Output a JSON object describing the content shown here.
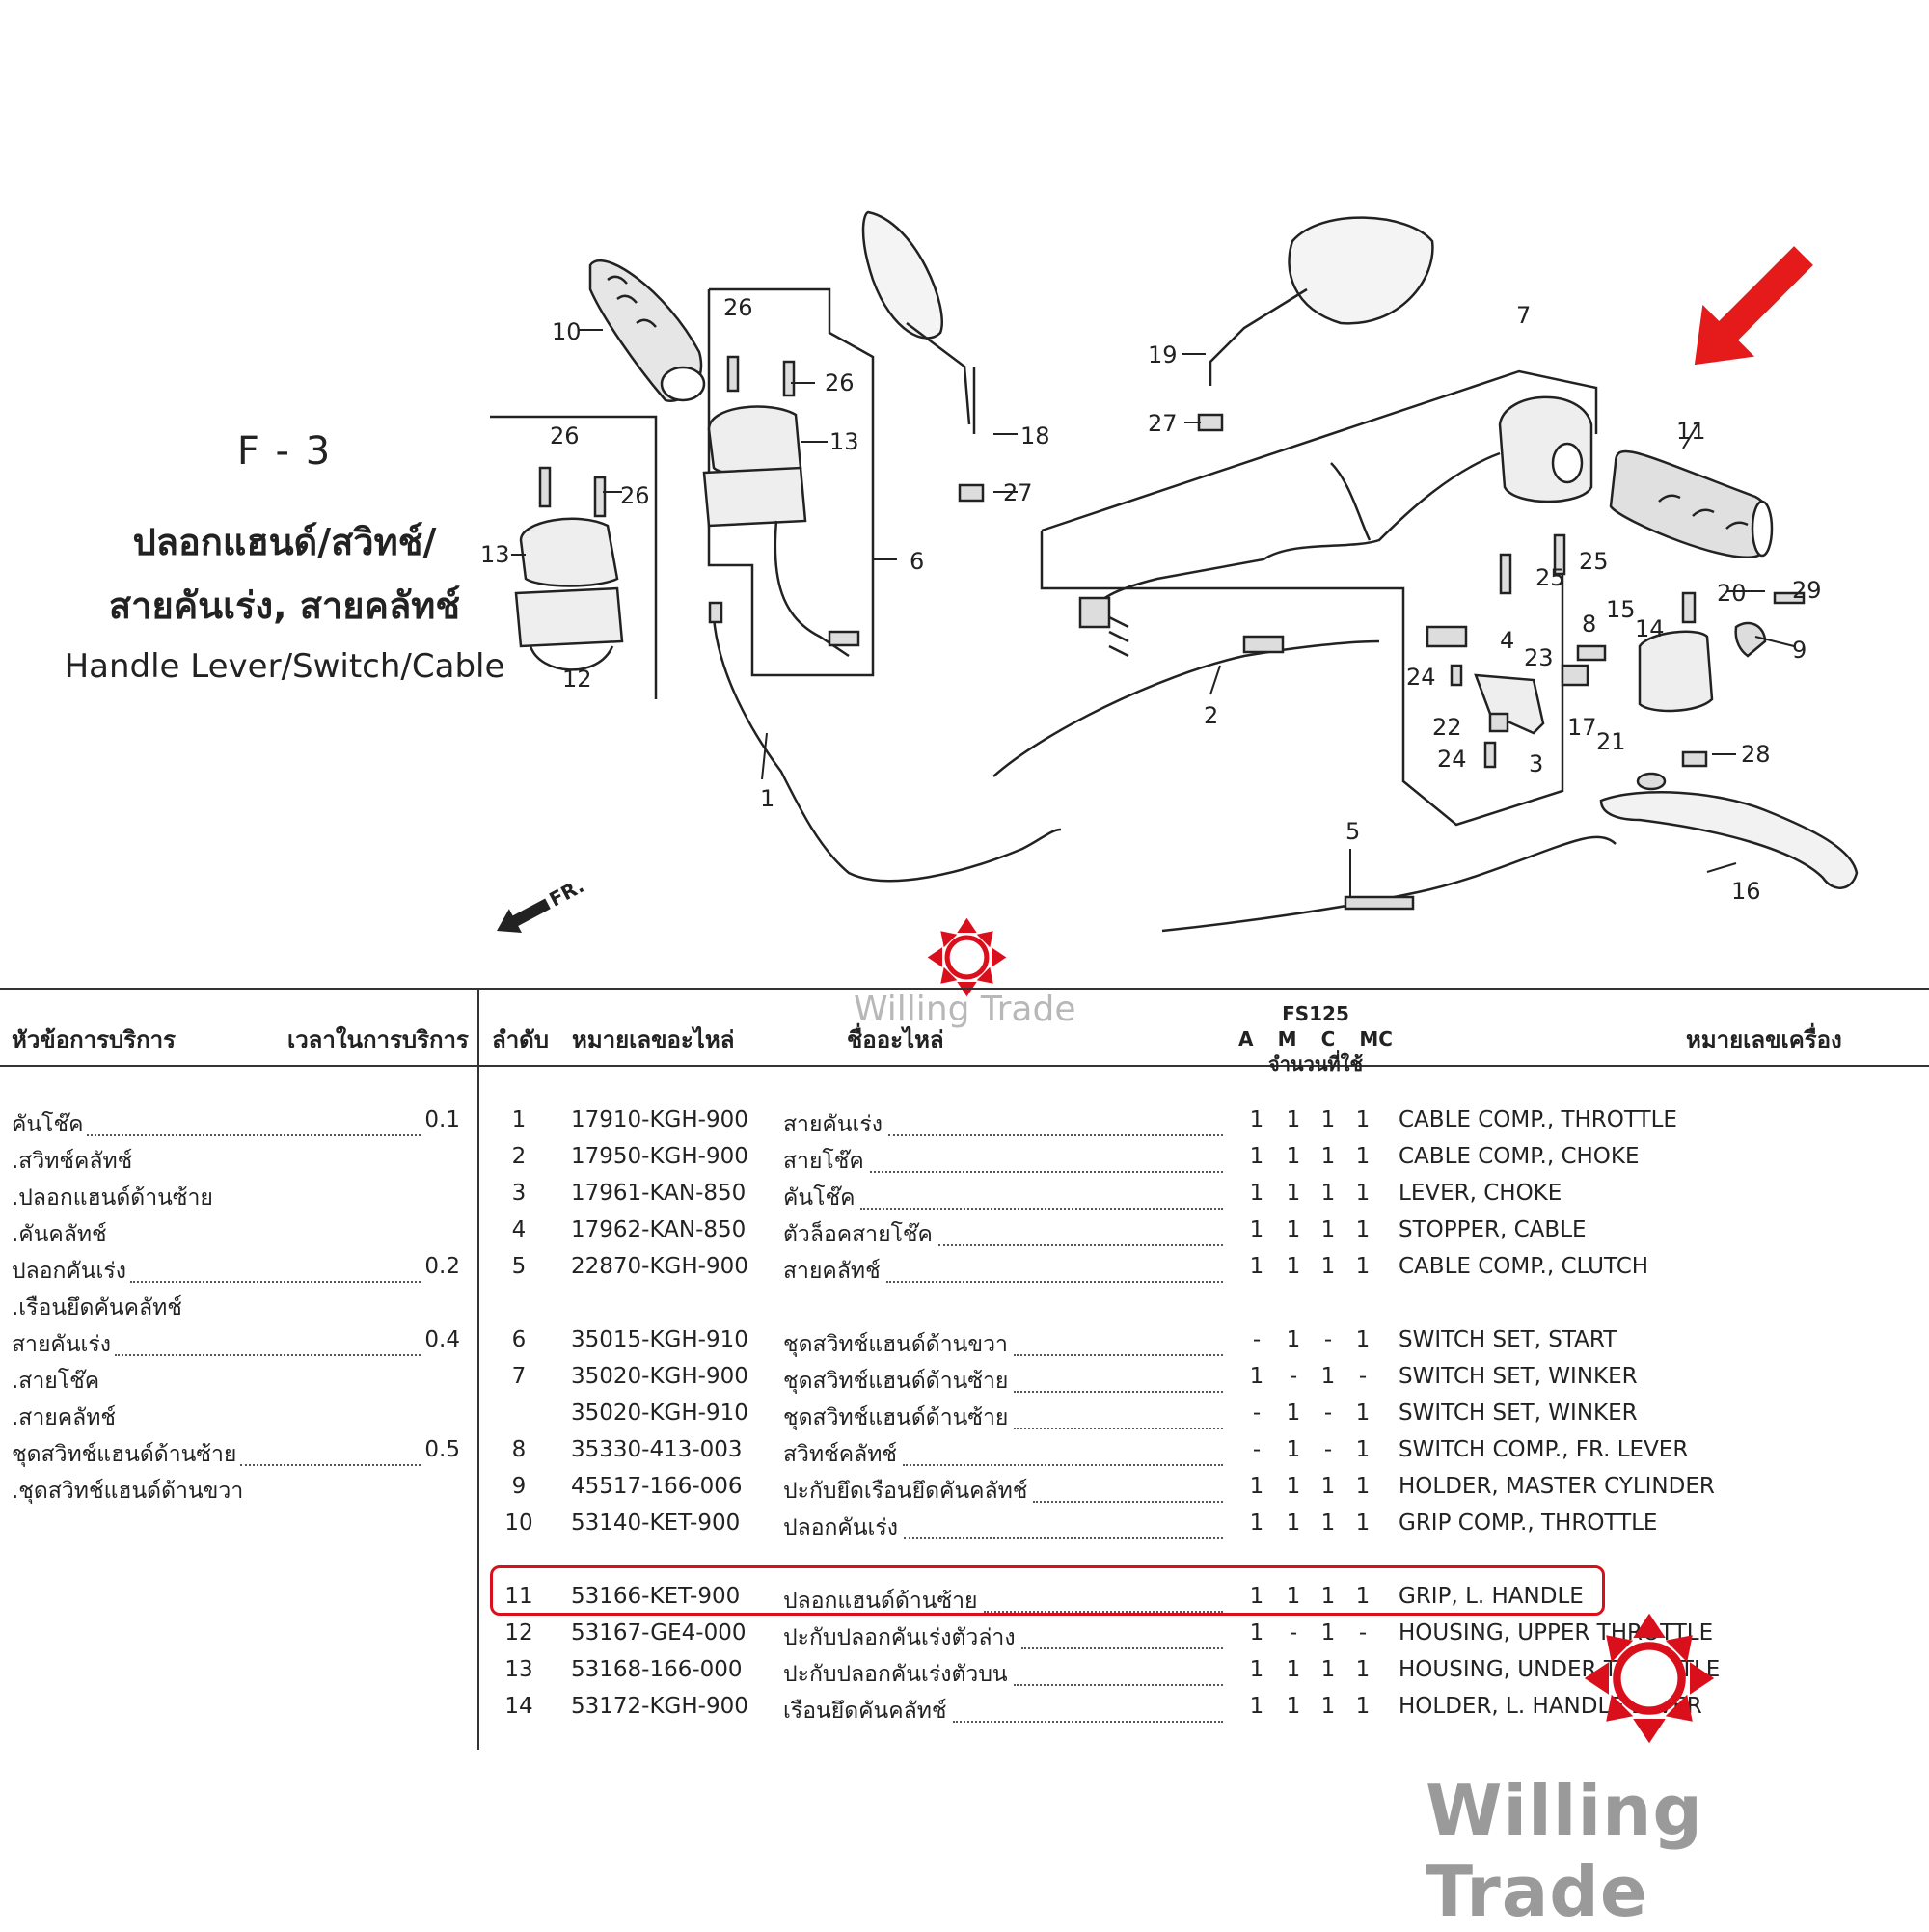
{
  "figure": {
    "code": "F - 3",
    "title_th_line1": "ปลอกแฮนด์/สวิทช์/",
    "title_th_line2": "สายคันเร่ง, สายคลัทช์",
    "title_en": "Handle Lever/Switch/Cable",
    "arrow_label": "FR.",
    "callouts": [
      "1",
      "2",
      "3",
      "4",
      "5",
      "6",
      "7",
      "8",
      "9",
      "10",
      "11",
      "12",
      "13",
      "14",
      "15",
      "16",
      "17",
      "18",
      "19",
      "20",
      "21",
      "22",
      "23",
      "24",
      "25",
      "26",
      "27",
      "28",
      "29"
    ],
    "highlight_color": "#d9101c"
  },
  "watermark": {
    "brand": "Willing Trade",
    "logo_color": "#d9101c"
  },
  "table": {
    "header": {
      "service_topic": "หัวข้อการบริการ",
      "service_time": "เวลาในการบริการ",
      "no": "ลำดับ",
      "part_no": "หมายเลขอะไหล่",
      "part_name": "ชื่ออะไหล่",
      "model": "FS125",
      "variants": [
        "A",
        "M",
        "C",
        "MC"
      ],
      "qty_label": "จำนวนที่ใช้",
      "engine_no": "หมายเลขเครื่อง"
    },
    "service_items": [
      {
        "label": "คันโช๊ค",
        "time": "0.1"
      },
      {
        "label": ".สวิทช์คลัทช์",
        "time": ""
      },
      {
        "label": ".ปลอกแฮนด์ด้านซ้าย",
        "time": ""
      },
      {
        "label": ".คันคลัทช์",
        "time": ""
      },
      {
        "label": "ปลอกคันเร่ง",
        "time": "0.2"
      },
      {
        "label": ".เรือนยึดคันคลัทช์",
        "time": ""
      },
      {
        "label": "สายคันเร่ง",
        "time": "0.4"
      },
      {
        "label": ".สายโช๊ค",
        "time": ""
      },
      {
        "label": ".สายคลัทช์",
        "time": ""
      },
      {
        "label": "ชุดสวิทช์แฮนด์ด้านซ้าย",
        "time": "0.5"
      },
      {
        "label": ".ชุดสวิทช์แฮนด์ด้านขวา",
        "time": ""
      }
    ],
    "parts": [
      {
        "no": "1",
        "part_no": "17910-KGH-900",
        "name_th": "สายคันเร่ง",
        "qty": [
          "1",
          "1",
          "1",
          "1"
        ],
        "name_en": "CABLE COMP., THROTTLE"
      },
      {
        "no": "2",
        "part_no": "17950-KGH-900",
        "name_th": "สายโช๊ค",
        "qty": [
          "1",
          "1",
          "1",
          "1"
        ],
        "name_en": "CABLE COMP., CHOKE"
      },
      {
        "no": "3",
        "part_no": "17961-KAN-850",
        "name_th": "คันโช๊ค",
        "qty": [
          "1",
          "1",
          "1",
          "1"
        ],
        "name_en": "LEVER, CHOKE"
      },
      {
        "no": "4",
        "part_no": "17962-KAN-850",
        "name_th": "ตัวล็อคสายโช๊ค",
        "qty": [
          "1",
          "1",
          "1",
          "1"
        ],
        "name_en": "STOPPER, CABLE"
      },
      {
        "no": "5",
        "part_no": "22870-KGH-900",
        "name_th": "สายคลัทช์",
        "qty": [
          "1",
          "1",
          "1",
          "1"
        ],
        "name_en": "CABLE COMP., CLUTCH"
      },
      {
        "no": "6",
        "part_no": "35015-KGH-910",
        "name_th": "ชุดสวิทช์แฮนด์ด้านขวา",
        "qty": [
          "-",
          "1",
          "-",
          "1"
        ],
        "name_en": "SWITCH SET, START"
      },
      {
        "no": "7",
        "part_no": "35020-KGH-900",
        "name_th": "ชุดสวิทช์แฮนด์ด้านซ้าย",
        "qty": [
          "1",
          "-",
          "1",
          "-"
        ],
        "name_en": "SWITCH SET, WINKER"
      },
      {
        "no": "",
        "part_no": "35020-KGH-910",
        "name_th": "ชุดสวิทช์แฮนด์ด้านซ้าย",
        "qty": [
          "-",
          "1",
          "-",
          "1"
        ],
        "name_en": "SWITCH SET, WINKER"
      },
      {
        "no": "8",
        "part_no": "35330-413-003",
        "name_th": "สวิทช์คลัทช์",
        "qty": [
          "-",
          "1",
          "-",
          "1"
        ],
        "name_en": "SWITCH COMP., FR. LEVER"
      },
      {
        "no": "9",
        "part_no": "45517-166-006",
        "name_th": "ปะกับยึดเรือนยึดคันคลัทช์",
        "qty": [
          "1",
          "1",
          "1",
          "1"
        ],
        "name_en": "HOLDER, MASTER CYLINDER"
      },
      {
        "no": "10",
        "part_no": "53140-KET-900",
        "name_th": "ปลอกคันเร่ง",
        "qty": [
          "1",
          "1",
          "1",
          "1"
        ],
        "name_en": "GRIP COMP., THROTTLE"
      },
      {
        "no": "11",
        "part_no": "53166-KET-900",
        "name_th": "ปลอกแฮนด์ด้านซ้าย",
        "qty": [
          "1",
          "1",
          "1",
          "1"
        ],
        "name_en": "GRIP, L. HANDLE"
      },
      {
        "no": "12",
        "part_no": "53167-GE4-000",
        "name_th": "ปะกับปลอกคันเร่งตัวล่าง",
        "qty": [
          "1",
          "-",
          "1",
          "-"
        ],
        "name_en": "HOUSING, UPPER THROTTLE"
      },
      {
        "no": "13",
        "part_no": "53168-166-000",
        "name_th": "ปะกับปลอกคันเร่งตัวบน",
        "qty": [
          "1",
          "1",
          "1",
          "1"
        ],
        "name_en": "HOUSING, UNDER THROTTLE"
      },
      {
        "no": "14",
        "part_no": "53172-KGH-900",
        "name_th": "เรือนยึดคันคลัทช์",
        "qty": [
          "1",
          "1",
          "1",
          "1"
        ],
        "name_en": "HOLDER, L. HANDLE LEVER"
      }
    ]
  }
}
